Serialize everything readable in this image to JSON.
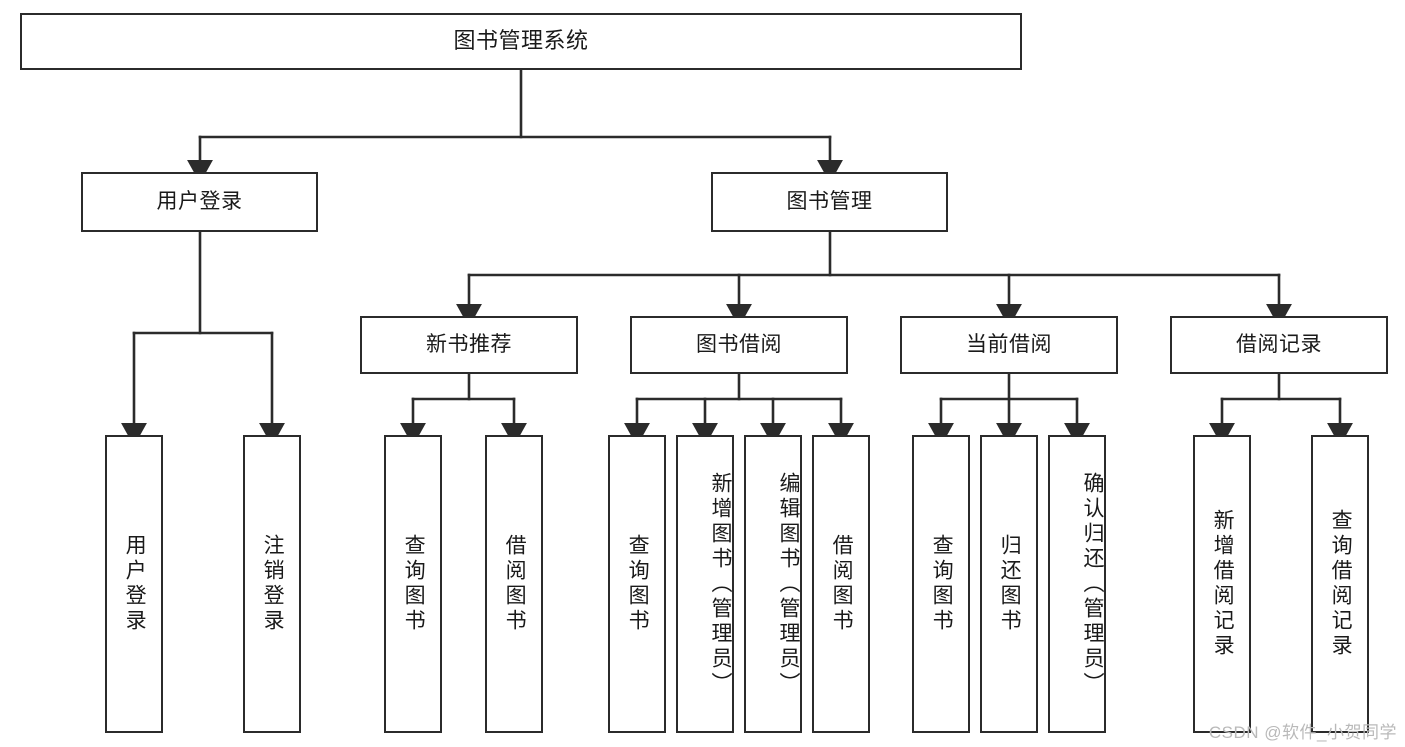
{
  "diagram": {
    "type": "tree",
    "title": "图书管理系统",
    "watermark": "CSDN @软件_小贺同学",
    "colors": {
      "stroke": "#2b2b2b",
      "fill": "#ffffff",
      "text": "#1a1a1a",
      "watermark": "#b9b9b9"
    },
    "levels": {
      "root": {
        "label": "图书管理系统"
      },
      "level2": [
        {
          "id": "user-login",
          "label": "用户登录"
        },
        {
          "id": "book-manage",
          "label": "图书管理"
        }
      ],
      "level3": [
        {
          "id": "new-book-recommend",
          "label": "新书推荐"
        },
        {
          "id": "book-borrow",
          "label": "图书借阅"
        },
        {
          "id": "current-borrow",
          "label": "当前借阅"
        },
        {
          "id": "borrow-record",
          "label": "借阅记录"
        }
      ],
      "leaves": [
        {
          "id": "leaf-user-login",
          "label": "用户登录"
        },
        {
          "id": "leaf-logout-login",
          "label": "注销登录"
        },
        {
          "id": "leaf-query-book-1",
          "label": "查询图书"
        },
        {
          "id": "leaf-borrow-book-1",
          "label": "借阅图书"
        },
        {
          "id": "leaf-query-book-2",
          "label": "查询图书"
        },
        {
          "id": "leaf-add-book-admin",
          "label": "新增图书（管理员）"
        },
        {
          "id": "leaf-edit-book-admin",
          "label": "编辑图书（管理员）"
        },
        {
          "id": "leaf-borrow-book-2",
          "label": "借阅图书"
        },
        {
          "id": "leaf-query-book-3",
          "label": "查询图书"
        },
        {
          "id": "leaf-return-book",
          "label": "归还图书"
        },
        {
          "id": "leaf-confirm-return-admin",
          "label": "确认归还（管理员）"
        },
        {
          "id": "leaf-add-borrow-record",
          "label": "新增借阅记录"
        },
        {
          "id": "leaf-query-borrow-record",
          "label": "查询借阅记录"
        }
      ]
    }
  }
}
